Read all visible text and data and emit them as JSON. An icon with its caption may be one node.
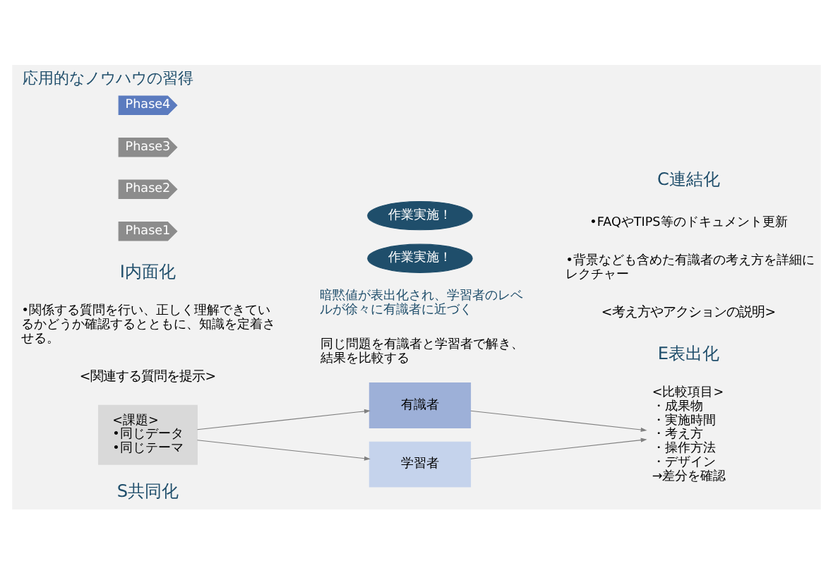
{
  "diagram": {
    "title": "応用的なノウハウの習得",
    "nodes": [
      {
        "text": [
          "Phase1"
        ]
      },
      {
        "text": [
          "Phase2"
        ]
      },
      {
        "text": [
          "Phase3"
        ]
      },
      {
        "text": [
          "Phase4"
        ]
      },
      {
        "text": [
          "作業実施！"
        ]
      },
      {
        "text": [
          "<課題>",
          "•同じデータ",
          "•同じテーマ"
        ]
      },
      {
        "text": [
          "有識者"
        ]
      },
      {
        "text": [
          "学習者"
        ]
      },
      {
        "text": [
          "作業実施！"
        ]
      },
      {
        "text": [
          "<比較項目>",
          "・成果物",
          "・実施時間",
          "・考え方",
          "・操作方法",
          "・デザイン",
          "→差分を確認"
        ]
      }
    ],
    "edges": [
      {
        "from": 5,
        "to": 6,
        "arrow": "to"
      },
      {
        "from": 5,
        "to": 7,
        "arrow": "to"
      },
      {
        "from": 6,
        "to": 9,
        "arrow": "to"
      },
      {
        "from": 7,
        "to": 9,
        "arrow": "to"
      }
    ],
    "labels": [
      "同じ問題を有識者と学習者で解き、結果を比較する",
      "暗黙値が表出化され、学習者のレベルが徐々に有識者に近づく",
      "S共同化",
      "E表出化",
      "<関連する質問を提示>",
      "•関係する質問を行い、正しく理解できているかどうか確認するとともに、知識を定着させる。",
      "<考え方やアクションの説明>",
      "•背景なども含めた有識者の考え方を詳細にレクチャー",
      "•FAQやTIPS等のドキュメント更新",
      "I内面化",
      "C連結化"
    ]
  }
}
